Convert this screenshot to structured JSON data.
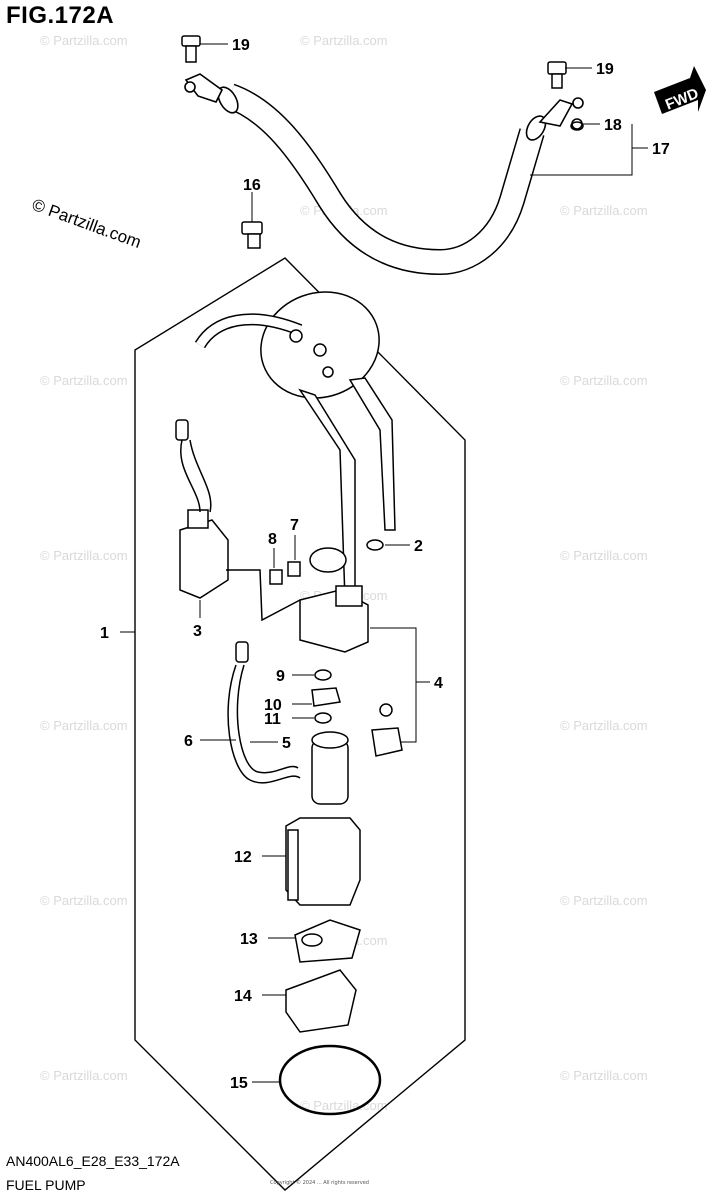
{
  "figure": {
    "title": "FIG.172A",
    "model_code": "AN400AL6_E28_E33_172A",
    "name": "FUEL PUMP",
    "copyright": "© Partzilla.com",
    "watermark": "© Partzilla.com",
    "fwd_label": "FWD",
    "footer_tiny": "Copyright © 2024 ... All rights reserved"
  },
  "callouts": [
    {
      "id": "1",
      "label": "1"
    },
    {
      "id": "2",
      "label": "2"
    },
    {
      "id": "3",
      "label": "3"
    },
    {
      "id": "4",
      "label": "4"
    },
    {
      "id": "5",
      "label": "5"
    },
    {
      "id": "6",
      "label": "6"
    },
    {
      "id": "7",
      "label": "7"
    },
    {
      "id": "8",
      "label": "8"
    },
    {
      "id": "9",
      "label": "9"
    },
    {
      "id": "10",
      "label": "10"
    },
    {
      "id": "11",
      "label": "11"
    },
    {
      "id": "12",
      "label": "12"
    },
    {
      "id": "13",
      "label": "13"
    },
    {
      "id": "14",
      "label": "14"
    },
    {
      "id": "15",
      "label": "15"
    },
    {
      "id": "16",
      "label": "16"
    },
    {
      "id": "17",
      "label": "17"
    },
    {
      "id": "18",
      "label": "18"
    },
    {
      "id": "19a",
      "label": "19"
    },
    {
      "id": "19b",
      "label": "19"
    }
  ]
}
